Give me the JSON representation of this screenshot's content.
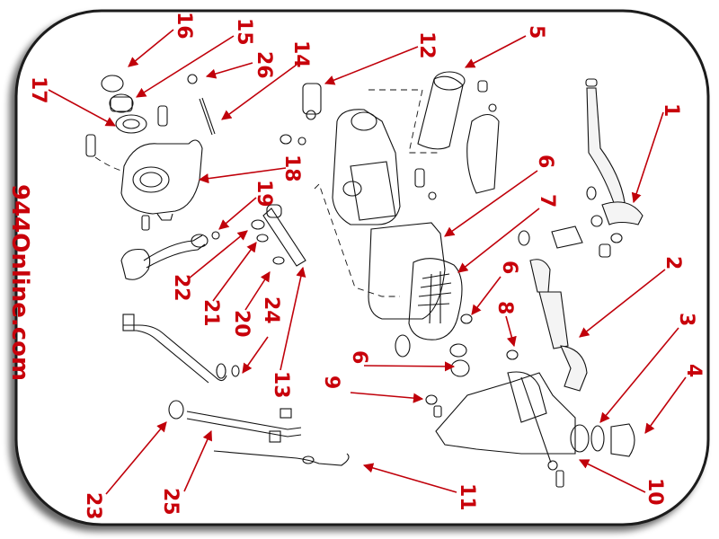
{
  "diagram": {
    "title": "Oil pump / oil cooler exploded parts diagram",
    "watermark": "944Online.com",
    "colors": {
      "callout": "#c8000a",
      "linework": "#111111",
      "frame": "#1a1a1a",
      "background": "#ffffff"
    },
    "callouts": [
      {
        "id": "1",
        "text": "1",
        "target": "coolant hose assembly"
      },
      {
        "id": "2",
        "text": "2",
        "target": "hose"
      },
      {
        "id": "3",
        "text": "3",
        "target": "o-ring"
      },
      {
        "id": "4",
        "text": "4",
        "target": "cap"
      },
      {
        "id": "5",
        "text": "5",
        "target": "oil filter"
      },
      {
        "id": "6a",
        "text": "6",
        "target": "gasket"
      },
      {
        "id": "7",
        "text": "7",
        "target": "oil cooler"
      },
      {
        "id": "6b",
        "text": "6",
        "target": "nut"
      },
      {
        "id": "8",
        "text": "8",
        "target": "clamp"
      },
      {
        "id": "6c",
        "text": "6",
        "target": "nut"
      },
      {
        "id": "9",
        "text": "9",
        "target": "clamp"
      },
      {
        "id": "10",
        "text": "10",
        "target": "housing"
      },
      {
        "id": "11",
        "text": "11",
        "target": "dipstick"
      },
      {
        "id": "12",
        "text": "12",
        "target": "sender"
      },
      {
        "id": "13",
        "text": "13",
        "target": "pressure relief valve"
      },
      {
        "id": "14",
        "text": "14",
        "target": "stud"
      },
      {
        "id": "15",
        "text": "15",
        "target": "seal"
      },
      {
        "id": "16",
        "text": "16",
        "target": "ring"
      },
      {
        "id": "17",
        "text": "17",
        "target": "gear"
      },
      {
        "id": "18",
        "text": "18",
        "target": "oil pump"
      },
      {
        "id": "19",
        "text": "19",
        "target": "nut"
      },
      {
        "id": "20",
        "text": "20",
        "target": "washer"
      },
      {
        "id": "21",
        "text": "21",
        "target": "seal ring"
      },
      {
        "id": "22",
        "text": "22",
        "target": "pickup"
      },
      {
        "id": "23",
        "text": "23",
        "target": "grommet"
      },
      {
        "id": "24",
        "text": "24",
        "target": "washer"
      },
      {
        "id": "25",
        "text": "25",
        "target": "dipstick tube"
      },
      {
        "id": "26",
        "text": "26",
        "target": "nut"
      }
    ]
  }
}
